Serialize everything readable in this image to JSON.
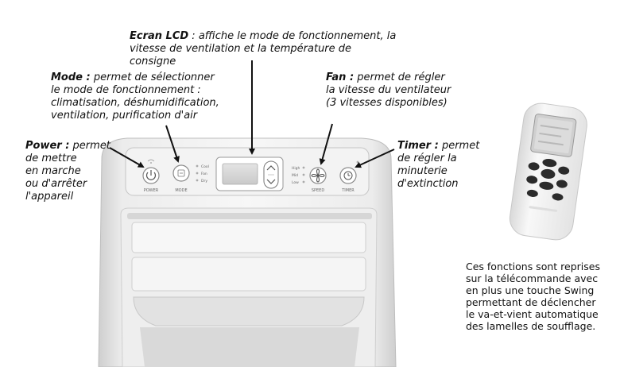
{
  "callouts": {
    "lcd": {
      "title": "Ecran LCD",
      "sep": " : ",
      "line1": "affiche le mode de fonctionnement, la",
      "line2": "vitesse de ventilation et la température de consigne"
    },
    "mode": {
      "title": "Mode :",
      "line1": " permet de sélectionner",
      "line2": "le mode de fonctionnement :",
      "line3": "climatisation, déshumidification,",
      "line4": "ventilation, purification d'air"
    },
    "fan": {
      "title": "Fan :",
      "line1": " permet de régler",
      "line2": "la vitesse du ventilateur",
      "line3": "(3 vitesses disponibles)"
    },
    "power": {
      "title": "Power :",
      "line1": " permet",
      "line2": "de mettre",
      "line3": "en marche",
      "line4": "ou d'arrêter",
      "line5": "l'appareil"
    },
    "timer": {
      "title": "Timer :",
      "line1": " permet",
      "line2": "de régler la",
      "line3": "minuterie",
      "line4": "d'extinction"
    }
  },
  "note": {
    "line1": "Ces fonctions sont reprises",
    "line2": "sur la télécommande avec",
    "line3": "en plus une touche Swing",
    "line4": "permettant de déclencher",
    "line5": "le va-et-vient automatique",
    "line6": "des lamelles de soufflage."
  },
  "panel": {
    "power_label": "POWER",
    "mode_label": "MODE",
    "speed_label": "SPEED",
    "timer_label": "TIMER",
    "mode_options": [
      "Cool",
      "Fan",
      "Dry"
    ],
    "speed_options": [
      "High",
      "Mid",
      "Low"
    ]
  },
  "colors": {
    "arrow": "#111111",
    "device": "#e6e6e6",
    "panel": "#f4f4f4"
  }
}
